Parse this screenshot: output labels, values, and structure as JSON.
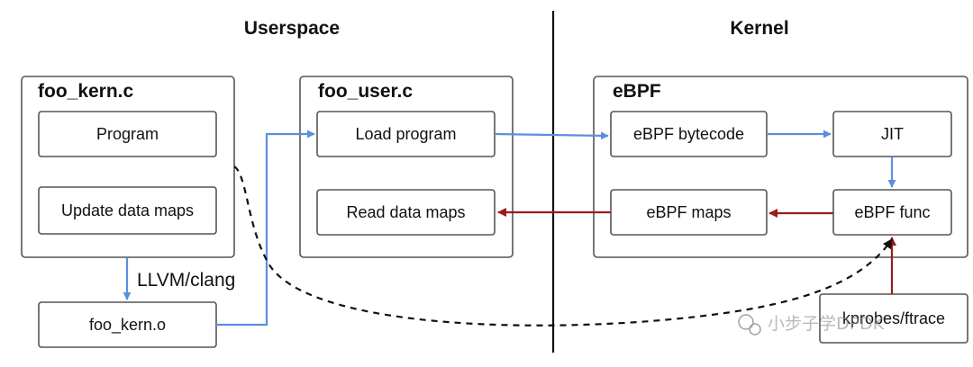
{
  "headings": {
    "userspace": "Userspace",
    "kernel": "Kernel"
  },
  "groups": {
    "foo_kern": "foo_kern.c",
    "foo_user": "foo_user.c",
    "ebpf": "eBPF"
  },
  "boxes": {
    "program": "Program",
    "update_maps": "Update data maps",
    "foo_kern_o": "foo_kern.o",
    "load_program": "Load program",
    "read_maps": "Read data maps",
    "bytecode": "eBPF bytecode",
    "jit": "JIT",
    "ebpf_maps": "eBPF maps",
    "ebpf_func": "eBPF func",
    "kprobes": "kprobes/ftrace"
  },
  "edge_labels": {
    "llvm": "LLVM/clang"
  },
  "watermark": "小步子学DPDK",
  "colors": {
    "blue_arrow": "#5b8ee0",
    "red_arrow": "#9a1c1c",
    "box_border": "#555555",
    "divider": "#111111"
  }
}
